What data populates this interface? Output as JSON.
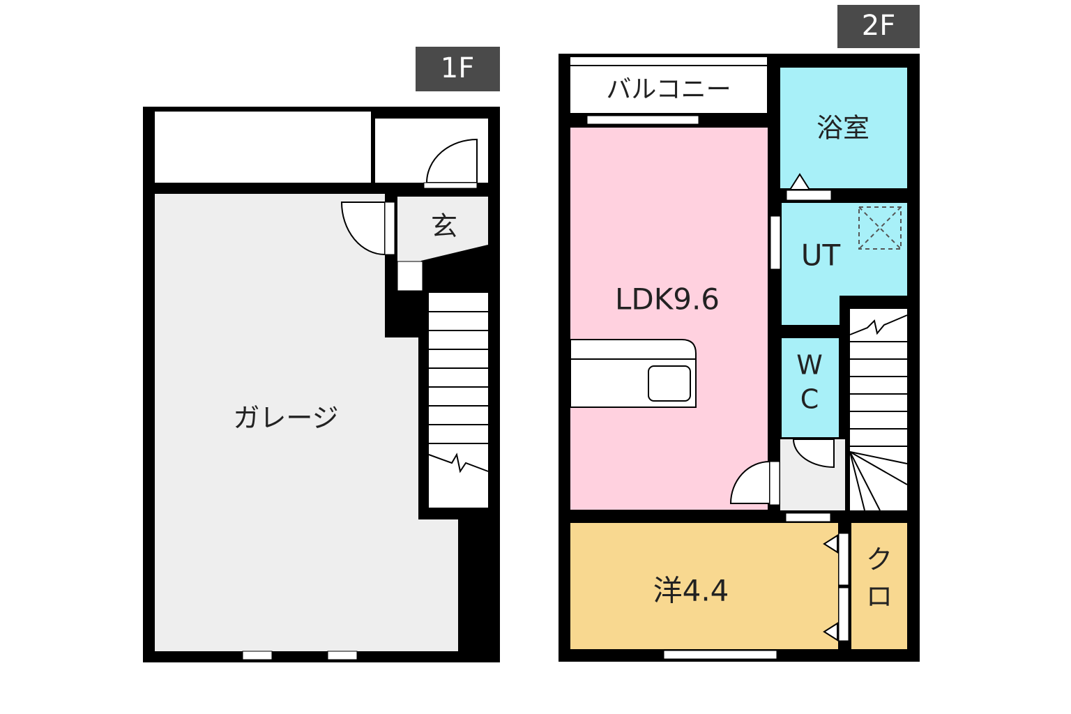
{
  "floors": [
    {
      "id": "1f",
      "label": "1F"
    },
    {
      "id": "2f",
      "label": "2F"
    }
  ],
  "rooms": {
    "garage": "ガレージ",
    "genkan": "玄",
    "balcony": "バルコニー",
    "bath": "浴室",
    "ut": "UT",
    "ldk": "LDK9.6",
    "wc_line1": "W",
    "wc_line2": "C",
    "western": "洋4.4",
    "closet_line1": "ク",
    "closet_line2": "ロ"
  },
  "colors": {
    "wall": "#000000",
    "badge": "#4a4a4a",
    "garage": "#eeeeee",
    "hall": "#eeeeee",
    "ldk": "#ffd1df",
    "wet_area": "#a8f0f8",
    "western": "#f8d890",
    "white": "#ffffff"
  }
}
